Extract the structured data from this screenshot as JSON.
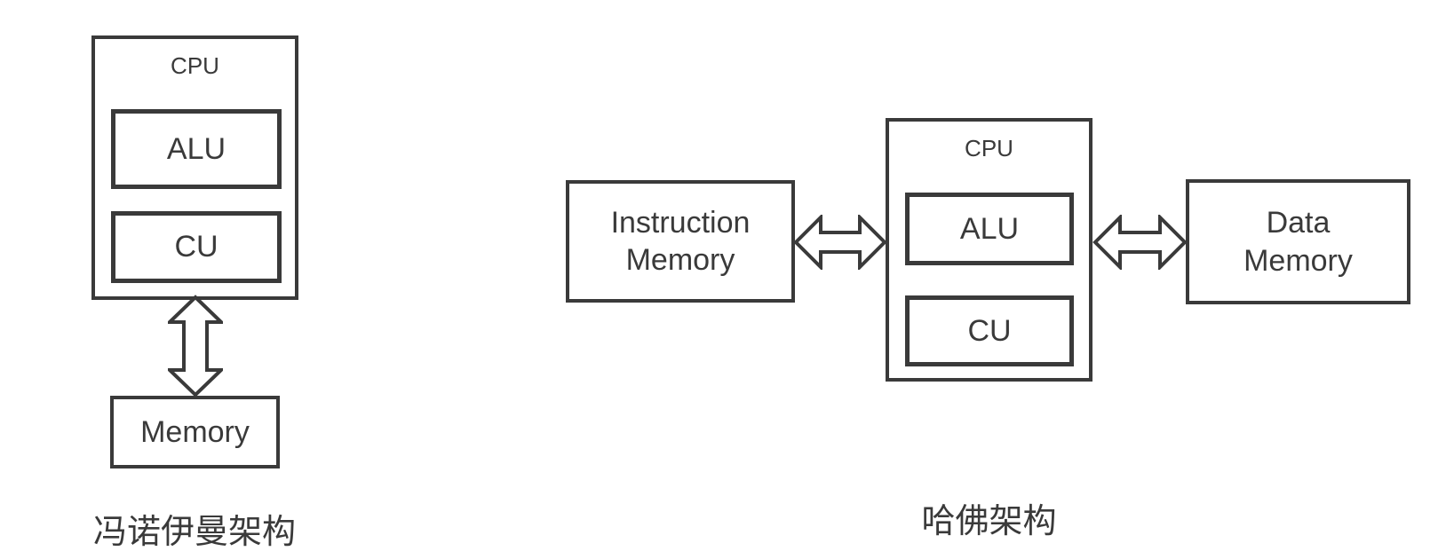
{
  "colors": {
    "line": "#3a3a3a",
    "background": "#ffffff"
  },
  "von_neumann": {
    "cpu_label": "CPU",
    "alu_label": "ALU",
    "cu_label": "CU",
    "memory_label": "Memory",
    "caption": "冯诺伊曼架构"
  },
  "harvard": {
    "cpu_label": "CPU",
    "alu_label": "ALU",
    "cu_label": "CU",
    "instruction_memory_label": [
      "Instruction",
      "Memory"
    ],
    "data_memory_label": [
      "Data",
      "Memory"
    ],
    "caption": "哈佛架构"
  },
  "icons": {
    "vertical_arrow": "double-headed-vertical-arrow",
    "horizontal_arrow": "double-headed-horizontal-arrow"
  }
}
